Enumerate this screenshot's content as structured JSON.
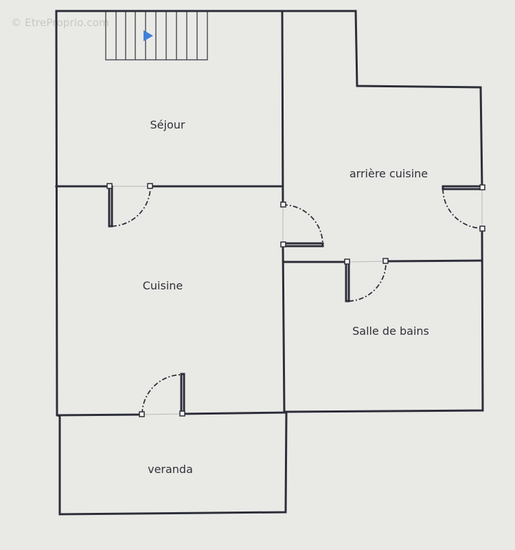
{
  "watermark": "© EtreProprio.com",
  "rooms": {
    "sejour": "Séjour",
    "arriere_cuisine": "arrière cuisine",
    "cuisine": "Cuisine",
    "salle_de_bains": "Salle de bains",
    "veranda": "veranda"
  },
  "colors": {
    "wall": "#2b2d38",
    "background": "#e9e9e6",
    "stair_arrow": "#3f7fd8"
  }
}
